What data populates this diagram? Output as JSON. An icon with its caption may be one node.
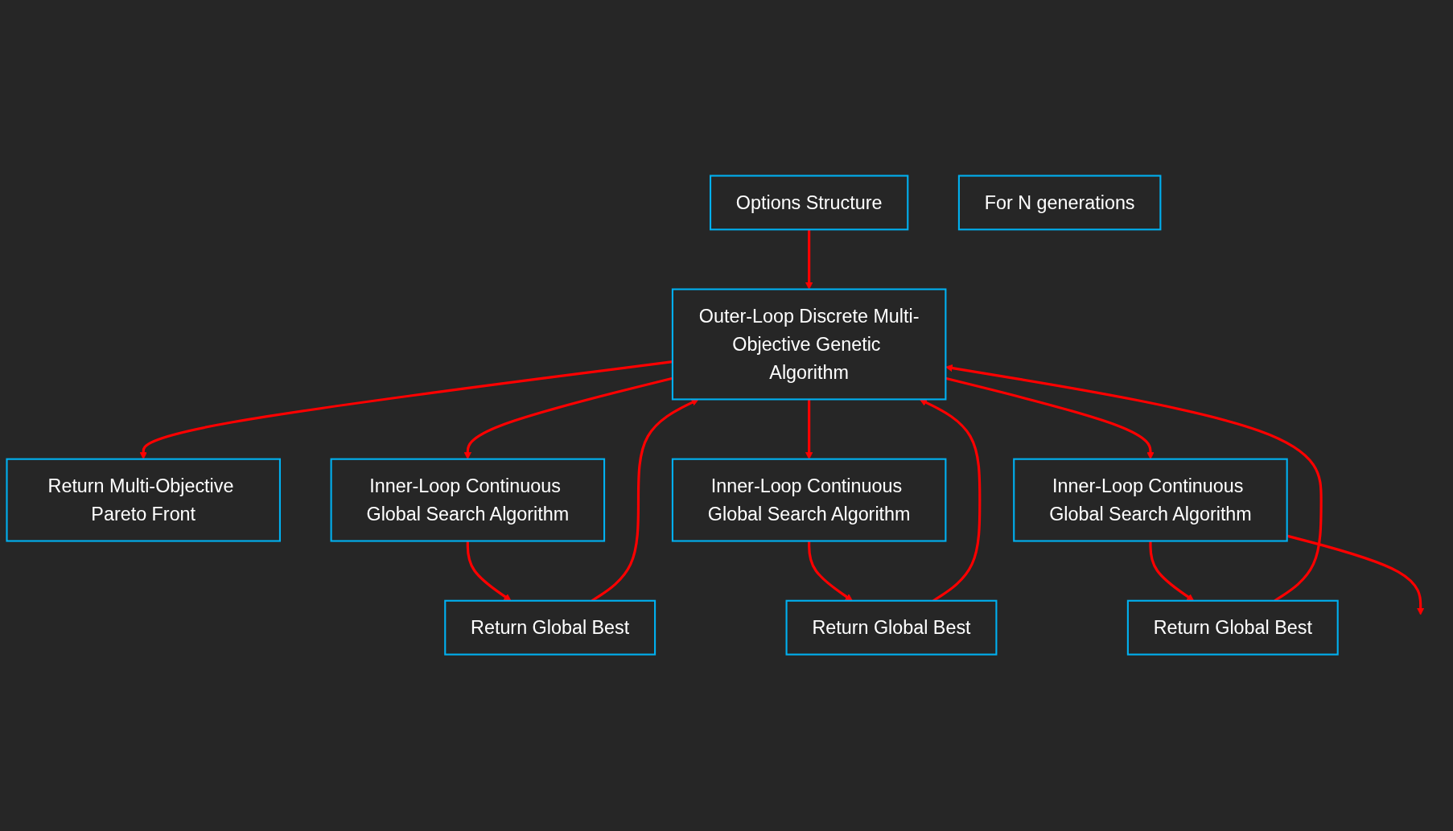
{
  "diagram": {
    "nodes": [
      {
        "text": [
          "Options Structure"
        ]
      },
      {
        "text": [
          "Outer-Loop Discrete Multi-Objective Genetic Algorithm"
        ]
      },
      {
        "text": [
          "Return Multi-Objective Pareto Front"
        ]
      },
      {
        "text": [
          "For N generations"
        ]
      },
      {
        "text": [
          "Inner-Loop Continuous Global Search Algorithm"
        ]
      },
      {
        "text": [
          "Inner-Loop Continuous Global Search Algorithm"
        ]
      },
      {
        "text": [
          "Inner-Loop Continuous Global Search Algorithm"
        ]
      },
      {
        "text": [
          "Return Global Best"
        ]
      },
      {
        "text": [
          "Return Global Best"
        ]
      },
      {
        "text": [
          "Return Global Best"
        ]
      }
    ],
    "edges": [
      {
        "from": 0,
        "to": 1,
        "arrow": "to"
      },
      {
        "from": 1,
        "to": 2,
        "arrow": "to"
      },
      {
        "from": 1,
        "to": 4,
        "arrow": "to"
      },
      {
        "from": 1,
        "to": 5,
        "arrow": "to"
      },
      {
        "from": 1,
        "to": 6,
        "arrow": "to"
      },
      {
        "from": 4,
        "to": 7,
        "arrow": "to"
      },
      {
        "from": 5,
        "to": 8,
        "arrow": "to"
      },
      {
        "from": 6,
        "to": 9,
        "arrow": "to"
      },
      {
        "from": 7,
        "to": 1,
        "arrow": "to"
      },
      {
        "from": 8,
        "to": 1,
        "arrow": "to"
      },
      {
        "from": 9,
        "to": 1,
        "arrow": "to"
      },
      {
        "from": 6,
        "to": null,
        "arrow": "to"
      }
    ]
  }
}
